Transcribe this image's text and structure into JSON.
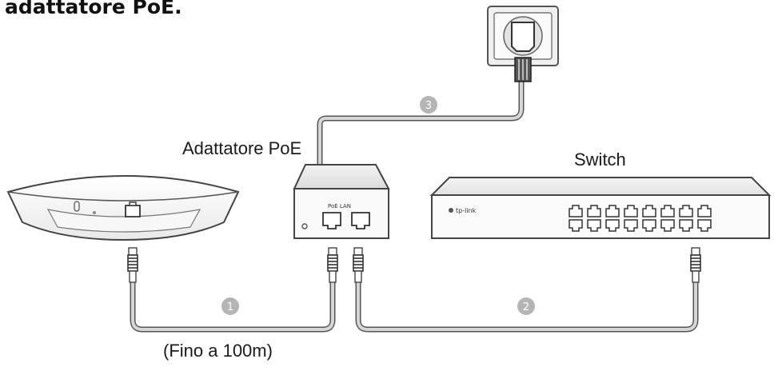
{
  "intro_text": "adattatore PoE.",
  "labels": {
    "adapter": "Adattatore PoE",
    "switch": "Switch",
    "distance": "(Fino a 100m)"
  },
  "adapter_ports": "PoE LAN",
  "switch_brand": "tp-link",
  "steps": [
    "1",
    "2",
    "3"
  ],
  "colors": {
    "cable": "#d6d6d6",
    "cable_outline": "#555555",
    "step_badge": "#b5b5b5",
    "device_outline": "#444444"
  }
}
